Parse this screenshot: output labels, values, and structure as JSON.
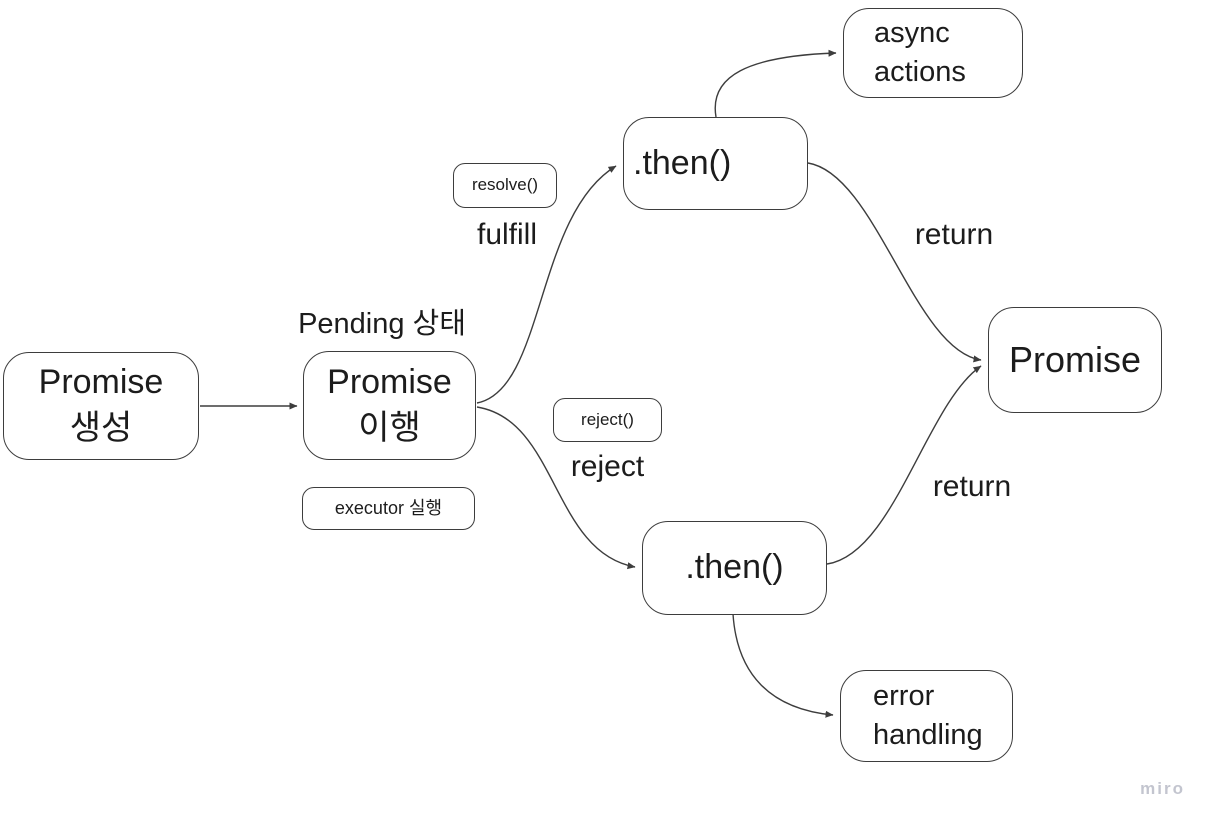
{
  "nodes": {
    "promise_create": {
      "line1": "Promise",
      "line2": "생성"
    },
    "promise_fulfill": {
      "line1": "Promise",
      "line2": "이행"
    },
    "then_top": {
      "label": ".then()"
    },
    "then_bottom": {
      "label": ".then()"
    },
    "promise_result": {
      "label": "Promise"
    },
    "async_actions": {
      "line1": "async",
      "line2": "actions"
    },
    "error_handling": {
      "line1": "error",
      "line2": "handling"
    },
    "resolve_tag": {
      "label": "resolve()"
    },
    "reject_tag": {
      "label": "reject()"
    },
    "executor_tag": {
      "label": "executor 실행"
    }
  },
  "labels": {
    "pending_state": "Pending 상태",
    "fulfill": "fulfill",
    "reject": "reject",
    "return_top": "return",
    "return_bottom": "return"
  },
  "watermark": "miro",
  "colors": {
    "stroke": "#3d3d3d",
    "text": "#1c1c1c",
    "watermark": "#c3c5cf",
    "background": "#ffffff"
  }
}
